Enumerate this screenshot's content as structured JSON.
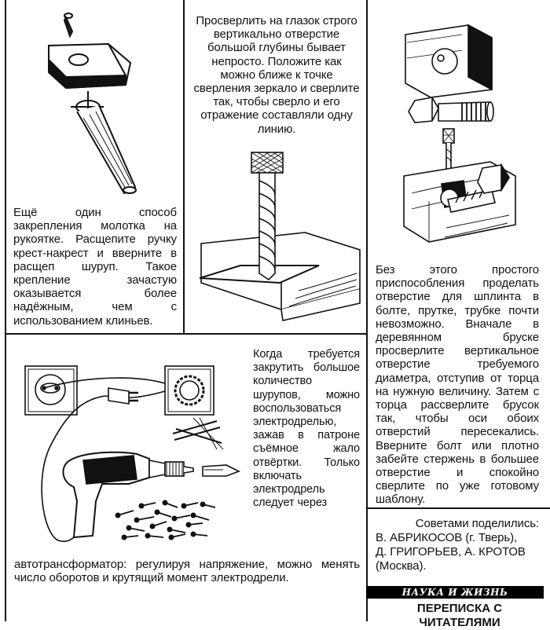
{
  "tips": {
    "hammer_text": "Ещё один способ закрепления молотка на рукоятке. Расщепите ручку крест-накрест и вверните в расщеп шуруп. Такое крепление зачастую оказывается более надёжным, чем с использованием клиньев.",
    "drill_mirror_text": "Просверлить на глазок строго вертикально отверстие большой глубины бывает непросто. Положите как можно ближе к точке сверления зеркало и сверлите так, чтобы сверло и его отражение составляли одну линию.",
    "bolt_jig_text": "Без этого простого приспособления проделать отверстие для шплинта в болте, прутке, трубке почти невозможно. Вначале в деревянном бруске просверлите вертикальное отверстие требуемого диаметра, отступив от торца на нужную величину. Затем с торца рассверлите брусок так, чтобы оси обоих отверстий пересекались. Вверните болт или плотно забейте стержень в большее отверстие и спокойно сверлите по уже готовому шаблону.",
    "screwdriver_text": "Когда требуется закрутить большое количество шурупов, можно воспользоваться электродрелью, зажав в патроне съёмное жало отвёртки. Только включать электродрель следует через",
    "screwdriver_text_end": "автотрансформатор: регулируя напряжение, можно менять число оборотов и крутящий момент электродрели."
  },
  "credits": {
    "intro": "Советами поделились:",
    "line1": "В. АБРИКОСОВ (г. Тверь),",
    "line2": "Д. ГРИГОРЬЕВ, А. КРОТОВ",
    "line3": "(Москва)."
  },
  "footer": {
    "brand": "НАУКА И ЖИЗНЬ",
    "section": "ПЕРЕПИСКА С ЧИТАТЕЛЯМИ"
  }
}
